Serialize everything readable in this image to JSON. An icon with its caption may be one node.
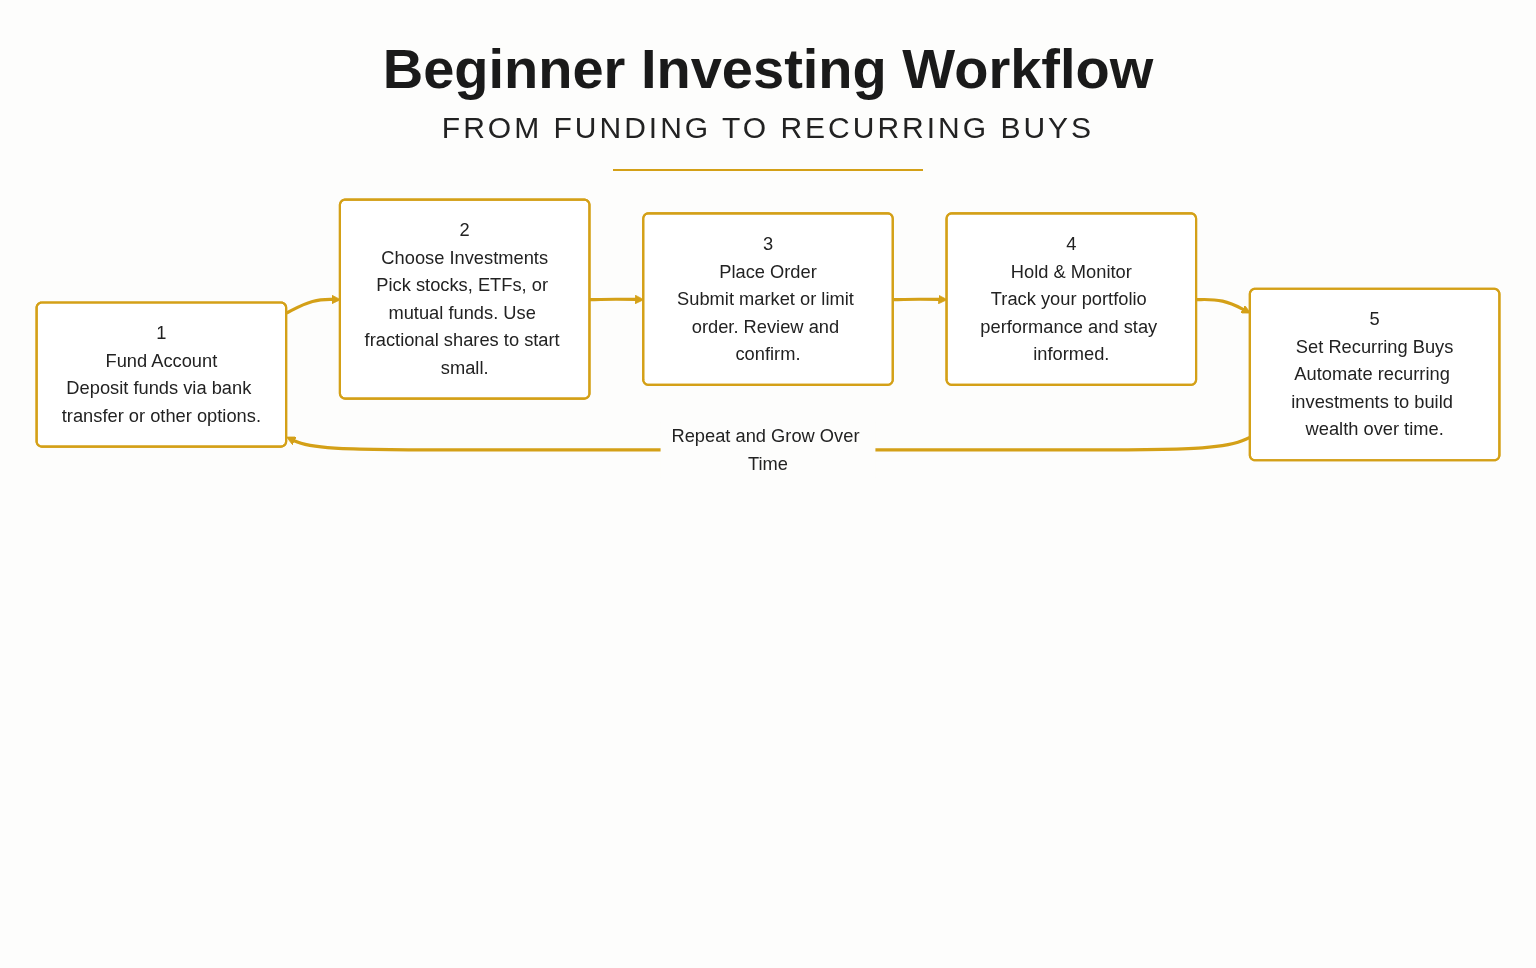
{
  "diagram": {
    "title": "Beginner Investing Workflow",
    "nodes": [
      {
        "text": [
          "1",
          "Fund Account",
          "Deposit funds via bank transfer or other options."
        ]
      },
      {
        "text": [
          "2",
          "Choose Investments",
          "Pick stocks, ETFs, or mutual funds. Use fractional shares to start small."
        ]
      },
      {
        "text": [
          "3",
          "Place Order",
          "Submit market or limit order. Review and confirm."
        ]
      },
      {
        "text": [
          "4",
          "Hold & Monitor",
          "Track your portfolio performance and stay informed."
        ]
      },
      {
        "text": [
          "5",
          "Set Recurring Buys",
          "Automate recurring investments to build wealth over time."
        ]
      }
    ],
    "edges": [
      {
        "from": 0,
        "to": 1,
        "arrow": "to"
      },
      {
        "from": 1,
        "to": 2,
        "arrow": "to"
      },
      {
        "from": 2,
        "to": 3,
        "arrow": "to"
      },
      {
        "from": 3,
        "to": 4,
        "arrow": "to"
      },
      {
        "from": 4,
        "to": 0,
        "arrow": "to",
        "label": "Repeat and Grow Over Time"
      }
    ],
    "labels": [
      "FROM FUNDING TO RECURRING BUYS"
    ]
  }
}
